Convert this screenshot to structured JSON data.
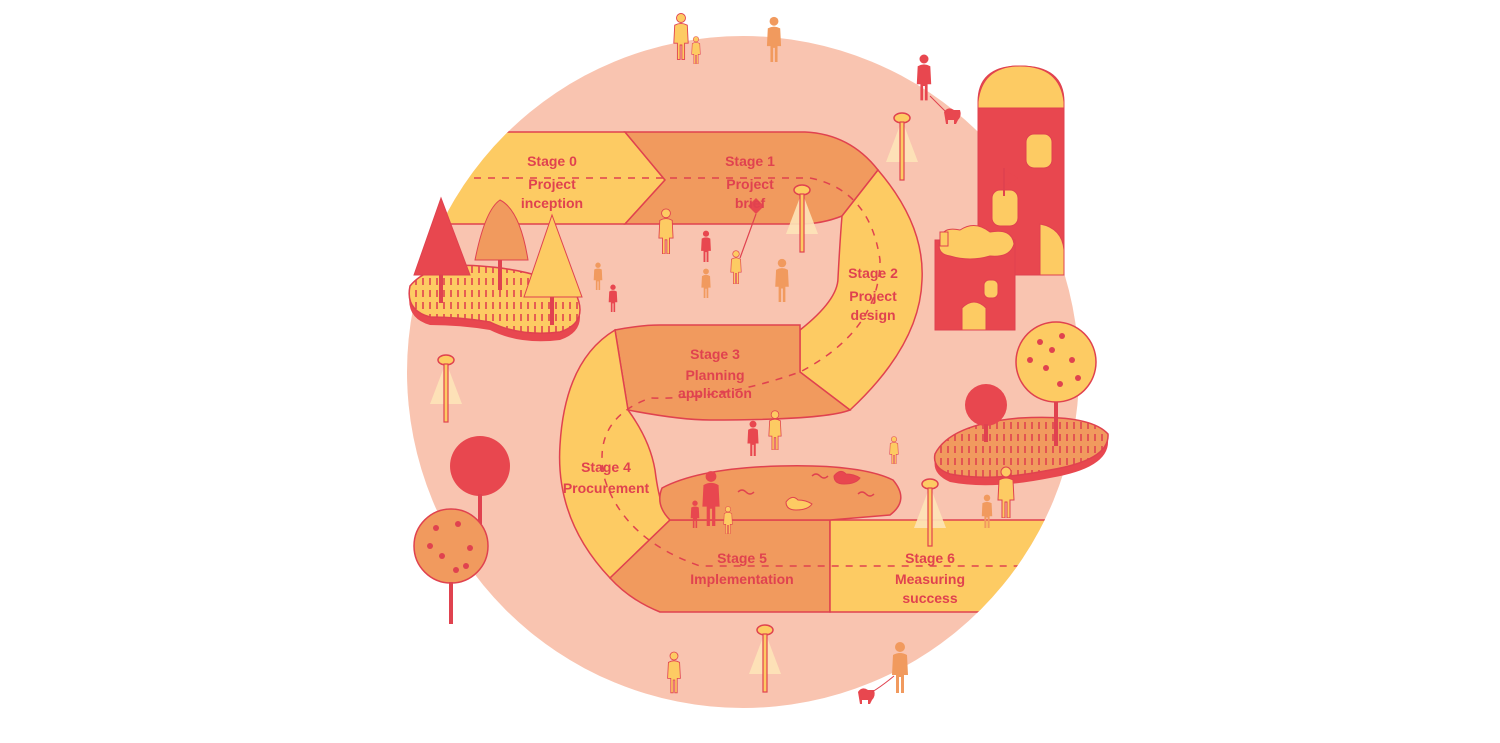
{
  "colors": {
    "background": "#ffffff",
    "circle": "#f9c4b0",
    "yellow": "#fdcb63",
    "orange": "#f19a5e",
    "red": "#e8474f",
    "outline": "#e0424f"
  },
  "stages": [
    {
      "title": "Stage 0",
      "lines": [
        "Project",
        "inception"
      ]
    },
    {
      "title": "Stage 1",
      "lines": [
        "Project",
        "brief"
      ]
    },
    {
      "title": "Stage 2",
      "lines": [
        "Project",
        "design"
      ]
    },
    {
      "title": "Stage 3",
      "lines": [
        "Planning",
        "application"
      ]
    },
    {
      "title": "Stage 4",
      "lines": [
        "Procurement"
      ]
    },
    {
      "title": "Stage 5",
      "lines": [
        "Implementation"
      ]
    },
    {
      "title": "Stage 6",
      "lines": [
        "Measuring",
        "success"
      ]
    }
  ]
}
